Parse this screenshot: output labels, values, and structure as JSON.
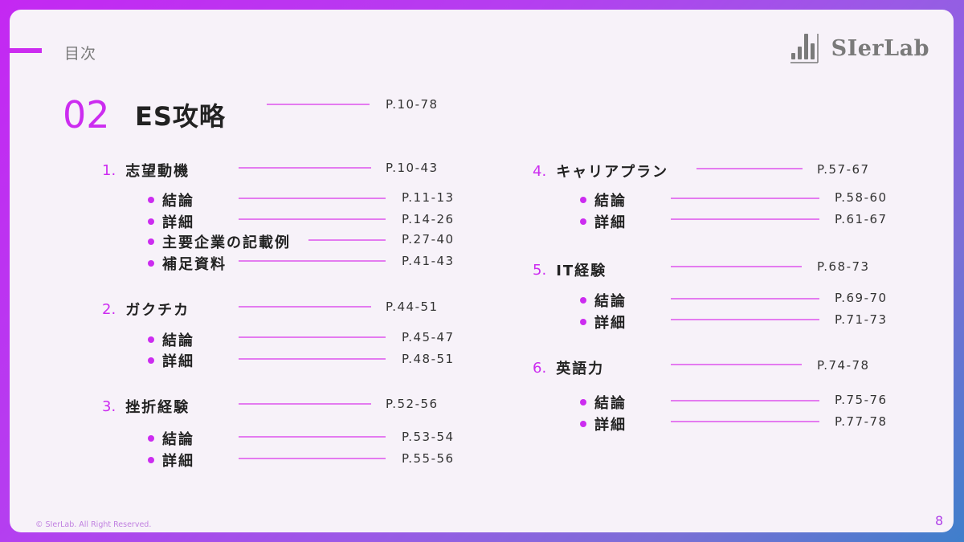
{
  "header": {
    "toc_label": "目次",
    "logo_text": "SIerLab"
  },
  "section": {
    "number": "02",
    "title": "ES攻略",
    "pages": "P.10-78"
  },
  "items": [
    {
      "num": "1.",
      "title": "志望動機",
      "pages": "P.10-43",
      "subs": [
        {
          "title": "結論",
          "pages": "P.11-13"
        },
        {
          "title": "詳細",
          "pages": "P.14-26"
        },
        {
          "title": "主要企業の記載例",
          "pages": "P.27-40"
        },
        {
          "title": "補足資料",
          "pages": "P.41-43"
        }
      ]
    },
    {
      "num": "2.",
      "title": "ガクチカ",
      "pages": "P.44-51",
      "subs": [
        {
          "title": "結論",
          "pages": "P.45-47"
        },
        {
          "title": "詳細",
          "pages": "P.48-51"
        }
      ]
    },
    {
      "num": "3.",
      "title": "挫折経験",
      "pages": "P.52-56",
      "subs": [
        {
          "title": "結論",
          "pages": "P.53-54"
        },
        {
          "title": "詳細",
          "pages": "P.55-56"
        }
      ]
    },
    {
      "num": "4.",
      "title": "キャリアプラン",
      "pages": "P.57-67",
      "subs": [
        {
          "title": "結論",
          "pages": "P.58-60"
        },
        {
          "title": "詳細",
          "pages": "P.61-67"
        }
      ]
    },
    {
      "num": "5.",
      "title": "IT経験",
      "pages": "P.68-73",
      "subs": [
        {
          "title": "結論",
          "pages": "P.69-70"
        },
        {
          "title": "詳細",
          "pages": "P.71-73"
        }
      ]
    },
    {
      "num": "6.",
      "title": "英語力",
      "pages": "P.74-78",
      "subs": [
        {
          "title": "結論",
          "pages": "P.75-76"
        },
        {
          "title": "詳細",
          "pages": "P.77-78"
        }
      ]
    }
  ],
  "footer": {
    "copyright": "© SIerLab. All Right Reserved.",
    "page_number": "8"
  },
  "colors": {
    "accent": "#cc2cf0",
    "line": "#e47bf0",
    "card_bg": "#f7f2f9"
  }
}
